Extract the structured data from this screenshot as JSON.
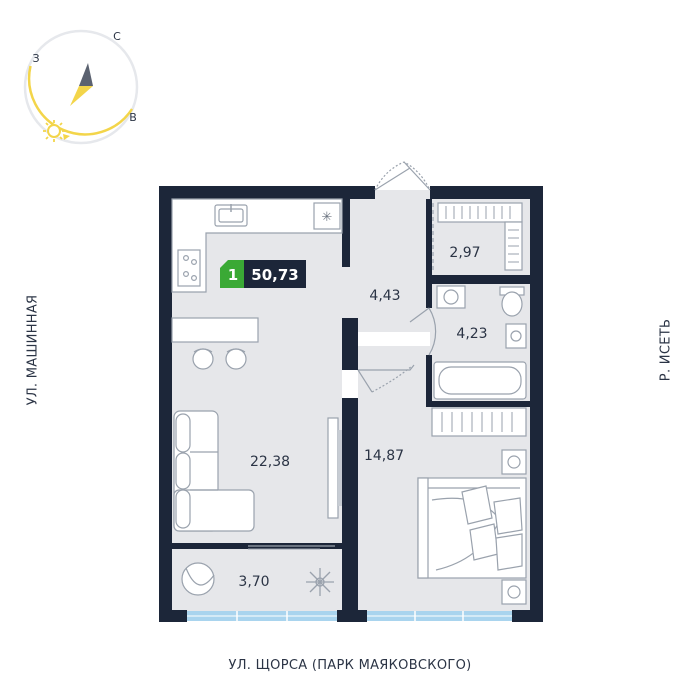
{
  "compass": {
    "north": "С",
    "west": "З",
    "east": "В",
    "sun_icon": "sun-icon",
    "colors": {
      "ring": "#e6e8ec",
      "arc": "#f3d54a",
      "needle_dark": "#5b6270",
      "needle_light": "#f3d54a"
    }
  },
  "apartment": {
    "rooms_count": "1",
    "total_area": "50,73",
    "badge_colors": {
      "rooms": "#3aa935",
      "area": "#1c2639"
    }
  },
  "rooms": [
    {
      "id": "living",
      "area": "22,38"
    },
    {
      "id": "hall",
      "area": "4,43"
    },
    {
      "id": "storage",
      "area": "2,97"
    },
    {
      "id": "bathroom",
      "area": "4,23"
    },
    {
      "id": "bedroom",
      "area": "14,87"
    },
    {
      "id": "balcony",
      "area": "3,70"
    }
  ],
  "streets": {
    "bottom": "УЛ. ЩОРСА (ПАРК МАЯКОВСКОГО)",
    "left": "УЛ. МАШИННАЯ",
    "right": "Р. ИСЕТЬ"
  },
  "colors": {
    "wall": "#1c2639",
    "floor": "#e6e7ea",
    "window": "#a9d4ee",
    "text": "#2b3445"
  }
}
